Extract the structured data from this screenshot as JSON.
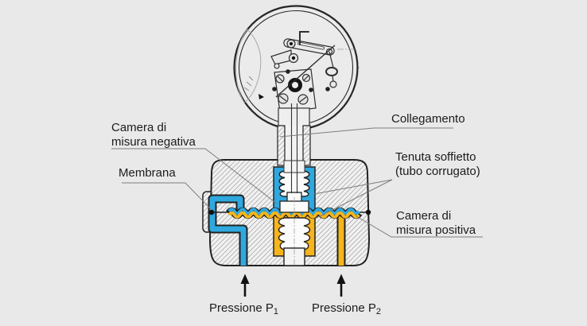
{
  "diagram": {
    "type": "differential-pressure-gauge-cross-section",
    "colors": {
      "background": "#e9e9e9",
      "negative_pressure": "#2fa8df",
      "positive_pressure": "#f6b51c",
      "line": "#222222"
    },
    "labels": {
      "negative_chamber": {
        "line1": "Camera di",
        "line2": "misura negativa"
      },
      "membrane": "Membrana",
      "connection": "Collegamento",
      "bellows_seal": {
        "line1": "Tenuta soffietto",
        "line2": "(tubo corrugato)"
      },
      "positive_chamber": {
        "line1": "Camera di",
        "line2": "misura positiva"
      },
      "pressure1": {
        "text": "Pressione P",
        "sub": "1"
      },
      "pressure2": {
        "text": "Pressione P",
        "sub": "2"
      }
    },
    "icons": {
      "p1_arrow": "up-arrow",
      "p2_arrow": "up-arrow"
    }
  }
}
